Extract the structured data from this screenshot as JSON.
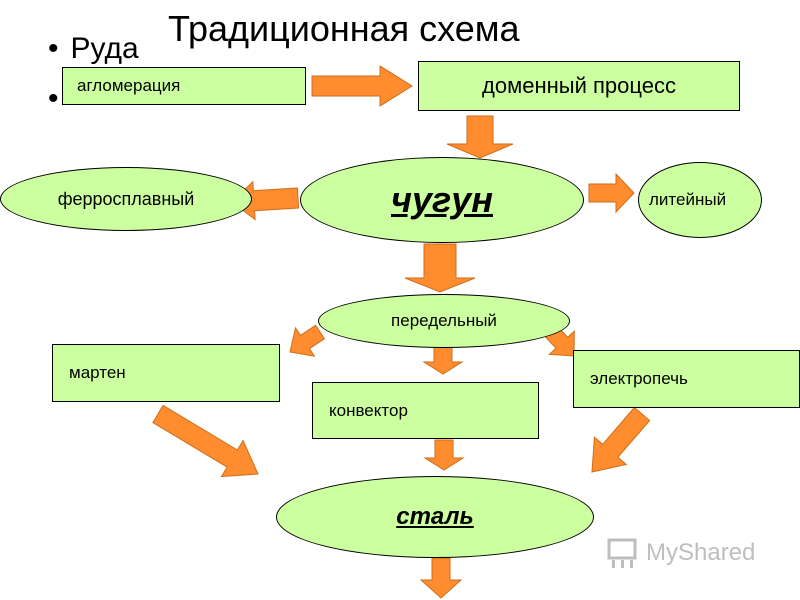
{
  "title": "Традиционная схема",
  "bullets": [
    "Руда",
    ""
  ],
  "nodes": {
    "aglomeration": "агломерация",
    "blast_furnace": "доменный процесс",
    "ferroalloy": "ферросплавный",
    "pig_iron": "чугун",
    "foundry": "литейный",
    "conversion": "передельный",
    "open_hearth": "мартен",
    "converter": "конвектор",
    "electric_furnace": "электропечь",
    "steel": "сталь"
  },
  "watermark": {
    "text": "MyShared",
    "icon": "presentation-board-icon"
  },
  "colors": {
    "node_fill": "#ccffa0",
    "arrow_fill": "#ff8c2e",
    "arrow_edge": "#d06d18"
  }
}
